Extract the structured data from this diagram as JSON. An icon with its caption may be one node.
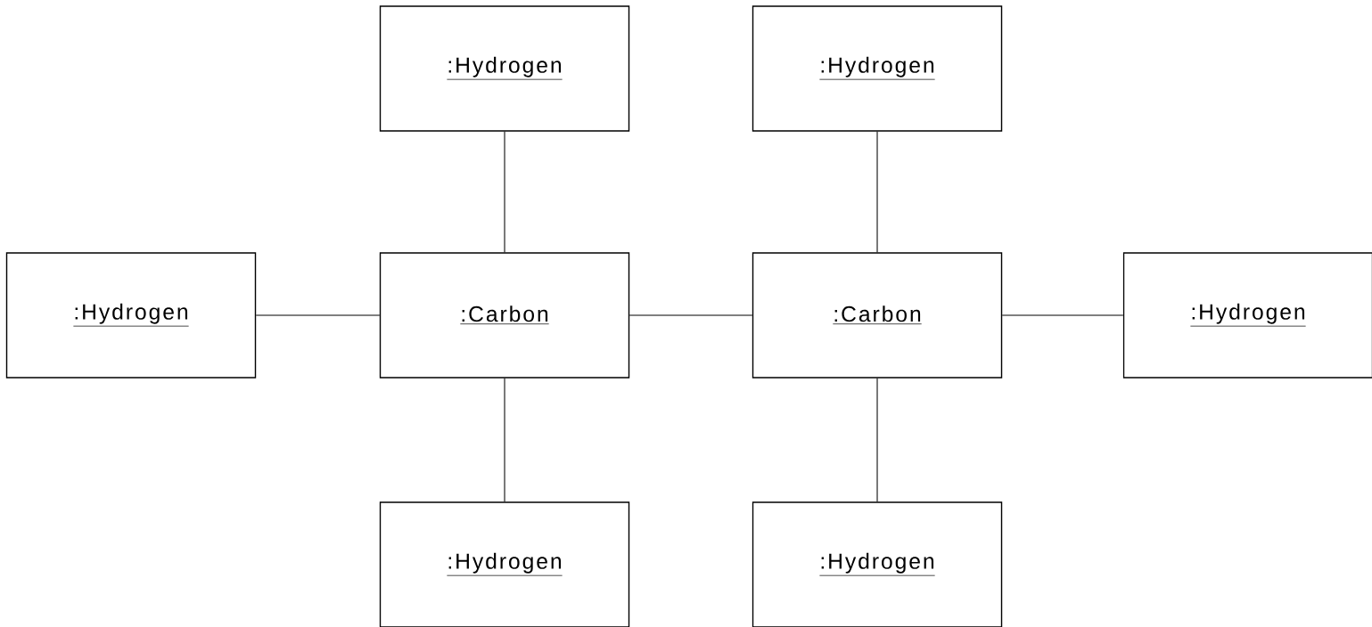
{
  "diagram": {
    "nodes": [
      {
        "text": [
          ":Hydrogen"
        ]
      },
      {
        "text": [
          ":Hydrogen"
        ]
      },
      {
        "text": [
          ":Hydrogen"
        ]
      },
      {
        "text": [
          ":Carbon"
        ]
      },
      {
        "text": [
          ":Carbon"
        ]
      },
      {
        "text": [
          ":Hydrogen"
        ]
      },
      {
        "text": [
          ":Hydrogen"
        ]
      },
      {
        "text": [
          ":Hydrogen"
        ]
      }
    ],
    "edges": [
      {
        "from": 0,
        "to": 3,
        "arrow": "none"
      },
      {
        "from": 1,
        "to": 4,
        "arrow": "none"
      },
      {
        "from": 2,
        "to": 3,
        "arrow": "none"
      },
      {
        "from": 3,
        "to": 4,
        "arrow": "none"
      },
      {
        "from": 4,
        "to": 5,
        "arrow": "none"
      },
      {
        "from": 3,
        "to": 6,
        "arrow": "none"
      },
      {
        "from": 4,
        "to": 7,
        "arrow": "none"
      }
    ]
  }
}
